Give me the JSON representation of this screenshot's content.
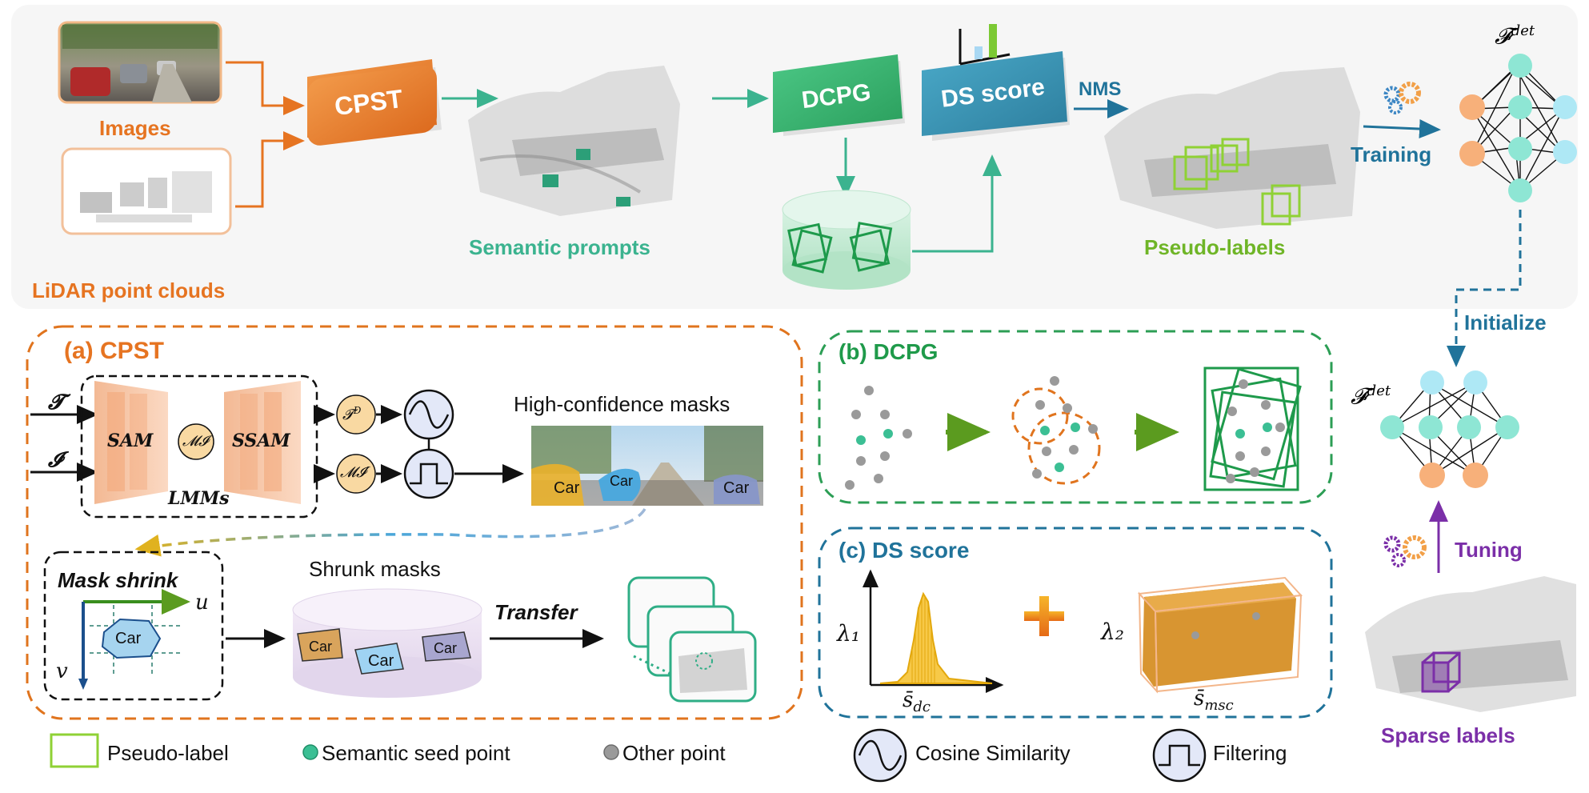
{
  "pipeline": {
    "images_label": "Images",
    "lidar_label": "LiDAR point clouds",
    "cpst_box": "CPST",
    "semantic_prompts_label": "Semantic prompts",
    "dcpg_box": "DCPG",
    "ds_score_box": "DS score",
    "nms_label": "NMS",
    "pseudo_labels_label": "Pseudo-labels",
    "training_label": "Training",
    "fdet_top": "𝓕",
    "fdet_sup": "det",
    "initialize_label": "Initialize",
    "fdet_bottom": "𝓕",
    "tuning_label": "Tuning",
    "sparse_labels_label": "Sparse labels"
  },
  "panel_a": {
    "title": "(a) CPST",
    "t_symbol": "𝓣",
    "i_symbol": "𝓘",
    "sam": "SAM",
    "mi": "𝓜𝓘",
    "ssam": "SSAM",
    "lmms": "LMMs",
    "td": "𝓣",
    "td_sup": "D",
    "mi_prime": "𝓜𝓘′",
    "high_conf_label": "High-confidence masks",
    "car_1": "Car",
    "car_2": "Car",
    "car_3": "Car",
    "mask_shrink": "Mask shrink",
    "axis_u": "u",
    "axis_v": "v",
    "shrink_car": "Car",
    "shrunk_masks_label": "Shrunk masks",
    "shrunk_car_1": "Car",
    "shrunk_car_2": "Car",
    "shrunk_car_3": "Car",
    "transfer": "Transfer"
  },
  "panel_b": {
    "title": "(b) DCPG"
  },
  "panel_c": {
    "title": "(c) DS score",
    "lambda1": "λ₁",
    "lambda2": "λ₂",
    "sdc": "s̄",
    "sdc_sub": "dc",
    "smsc": "s̄",
    "smsc_sub": "msc",
    "plus": "+"
  },
  "legend": {
    "pseudo_label": "Pseudo-label",
    "seed_point": "Semantic seed point",
    "other_point": "Other point",
    "cosine": "Cosine Similarity",
    "filtering": "Filtering"
  },
  "colors": {
    "orange": "#e67421",
    "teal": "#3bb38f",
    "green_box": "#8fd135",
    "dcpg_green": "#35b56f",
    "ds_blue": "#3a98b8",
    "purple": "#7b2fa8",
    "cyan_node": "#8ee6d4",
    "orange_node": "#f7b07a",
    "light_blue_node": "#aee8f5"
  }
}
